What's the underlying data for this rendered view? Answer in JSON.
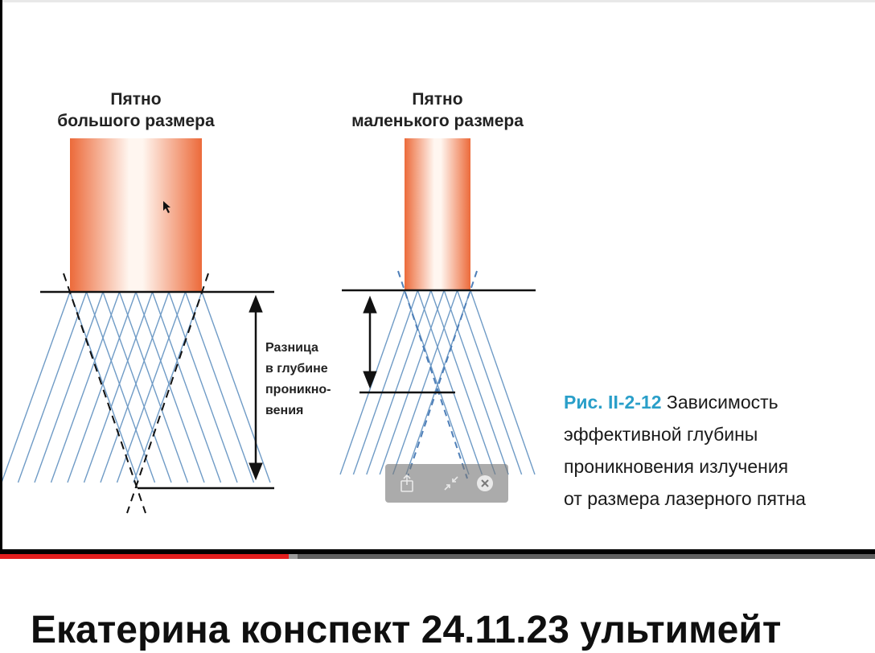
{
  "diagram": {
    "left_title": [
      "Пятно",
      "большого размера"
    ],
    "right_title": [
      "Пятно",
      "маленького размера"
    ],
    "difference_label": [
      "Разница",
      "в глубине",
      "проникно-",
      "вения"
    ],
    "beam_color": "#ec6a3a"
  },
  "caption": {
    "figure_ref": "Рис. II-2-12",
    "lines": [
      "Зависимость",
      "эффективной глубины",
      "проникновения излучения",
      "от размера лазерного пятна"
    ]
  },
  "overlay_controls": {
    "share_icon": "share-icon",
    "minimize_icon": "minimize-icon",
    "close_icon": "close-icon"
  },
  "player": {
    "progress_fraction": 0.33,
    "buffer_fraction": 0.34,
    "progress_color": "#e11d1d"
  },
  "video": {
    "title": "Екатерина конспект 24.11.23 ультимейт"
  }
}
